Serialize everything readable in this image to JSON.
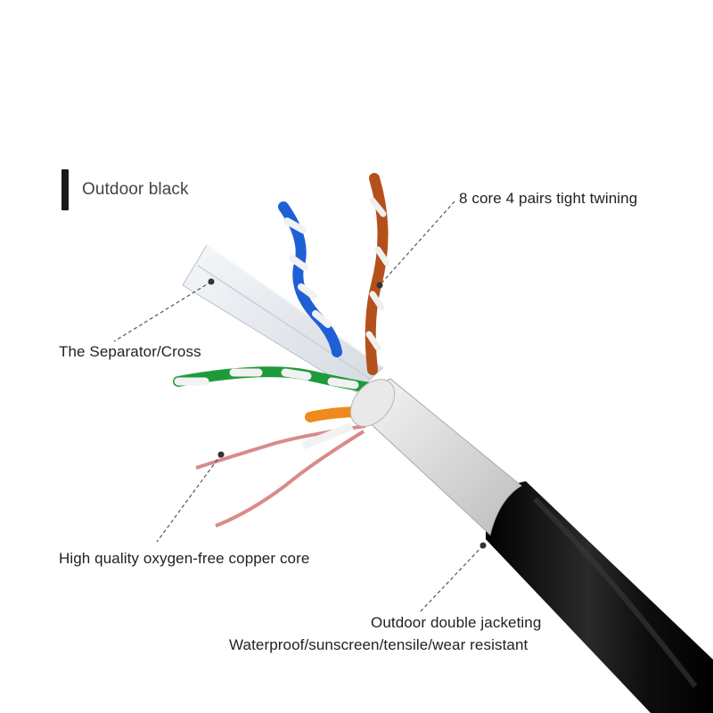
{
  "product": {
    "color_label": "Outdoor black",
    "swatch_color": "#1a1a1a"
  },
  "callouts": {
    "core_pairs": "8 core 4 pairs tight twining",
    "separator": "The Separator/Cross",
    "copper_core": "High quality oxygen-free copper core",
    "jacket_title": "Outdoor double jacketing",
    "jacket_properties": "Waterproof/sunscreen/tensile/wear resistant"
  },
  "colors": {
    "outer_jacket": "#111111",
    "inner_jacket": "#e6e6e6",
    "blue_pair": "#1f5fd6",
    "brown_pair": "#b4511a",
    "green_pair": "#1f9a3a",
    "orange_pair": "#ee8a1e",
    "copper_wire": "#d98a8a"
  }
}
